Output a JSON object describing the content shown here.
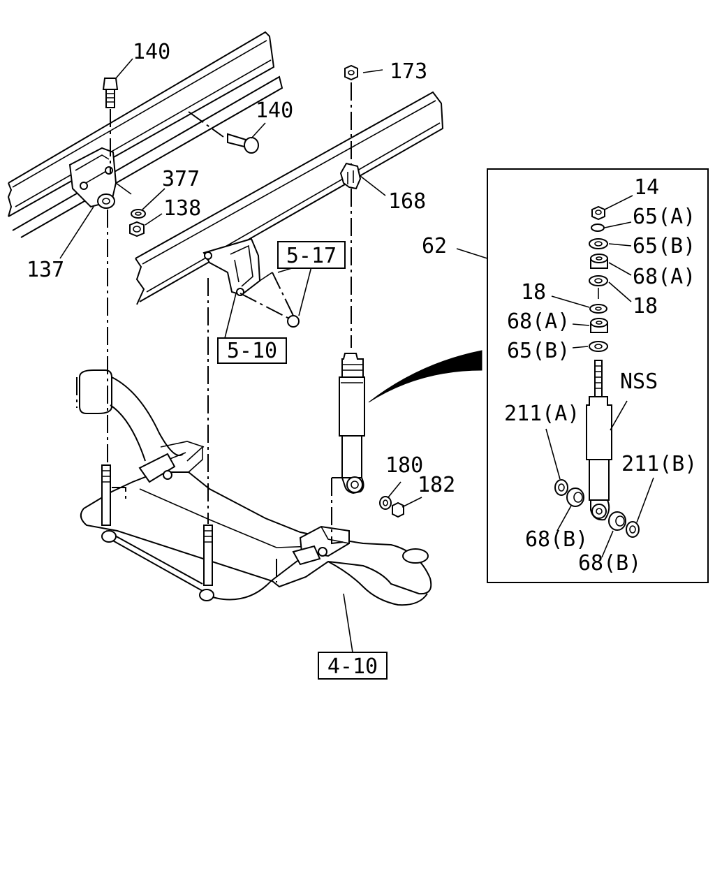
{
  "labels": {
    "l140a": "140",
    "l140b": "140",
    "l173": "173",
    "l377": "377",
    "l138": "138",
    "l137": "137",
    "l168": "168",
    "l62": "62",
    "l180": "180",
    "l182": "182",
    "inset": {
      "l14": "14",
      "l65a_top": "65(A)",
      "l65b_top": "65(B)",
      "l68a_top": "68(A)",
      "l18_left": "18",
      "l18_right": "18",
      "l68a_mid": "68(A)",
      "l65b_mid": "65(B)",
      "nss": "NSS",
      "l211a": "211(A)",
      "l211b": "211(B)",
      "l68b_left": "68(B)",
      "l68b_right": "68(B)"
    }
  },
  "refs": {
    "r517": "5-17",
    "r510": "5-10",
    "r410": "4-10"
  }
}
